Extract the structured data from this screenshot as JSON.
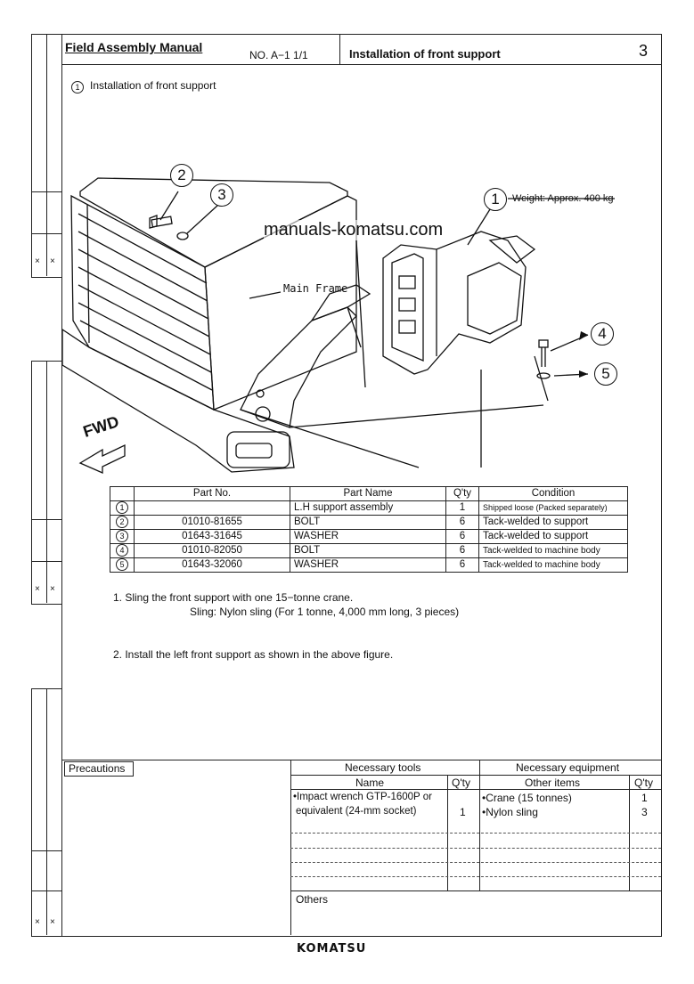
{
  "header": {
    "manual_title": "Field Assembly Manual",
    "doc_no": "NO. A−1  1/1",
    "section_title": "Installation of front support",
    "page_number": "3"
  },
  "step_heading": {
    "number": "1",
    "text": "Installation of front support"
  },
  "figure": {
    "callout_1": "1",
    "callout_2": "2",
    "callout_3": "3",
    "callout_4": "4",
    "callout_5": "5",
    "weight_label": "Weight: Approx. 400 kg",
    "main_frame_label": "Main Frame",
    "fwd_label": "FWD",
    "watermark": "manuals-komatsu.com"
  },
  "parts_table": {
    "headers": [
      "Part No.",
      "Part Name",
      "Q'ty",
      "Condition"
    ],
    "rows": [
      {
        "no": "1",
        "part_no": "",
        "name": "L.H support assembly",
        "qty": "1",
        "condition": "Shipped loose (Packed separately)"
      },
      {
        "no": "2",
        "part_no": "01010-81655",
        "name": "BOLT",
        "qty": "6",
        "condition": "Tack-welded to support"
      },
      {
        "no": "3",
        "part_no": "01643-31645",
        "name": "WASHER",
        "qty": "6",
        "condition": "Tack-welded to support"
      },
      {
        "no": "4",
        "part_no": "01010-82050",
        "name": "BOLT",
        "qty": "6",
        "condition": "Tack-welded to machine body"
      },
      {
        "no": "5",
        "part_no": "01643-32060",
        "name": "WASHER",
        "qty": "6",
        "condition": "Tack-welded to machine body"
      }
    ]
  },
  "instructions": {
    "step1": "1. Sling the front support with one 15−tonne crane.",
    "step1_sub": "Sling: Nylon sling (For 1 tonne, 4,000 mm long, 3 pieces)",
    "step2": "2. Install the left front support as shown in the above figure."
  },
  "footer": {
    "precautions_label": "Precautions",
    "tools_header": "Necessary tools",
    "equipment_header": "Necessary equipment",
    "name_col": "Name",
    "qty_col": "Q'ty",
    "other_items_col": "Other items",
    "qty_col2": "Q'ty",
    "tool_line1": "•Impact wrench GTP-1600P or",
    "tool_line2": "equivalent (24-mm socket)",
    "tool_qty": "1",
    "equip1": "•Crane (15 tonnes)",
    "equip1_qty": "1",
    "equip2": "•Nylon sling",
    "equip2_qty": "3",
    "others_label": "Others"
  },
  "brand": "KOMATSU",
  "margin_marks": [
    "×",
    "×",
    "×",
    "×",
    "×",
    "×"
  ]
}
